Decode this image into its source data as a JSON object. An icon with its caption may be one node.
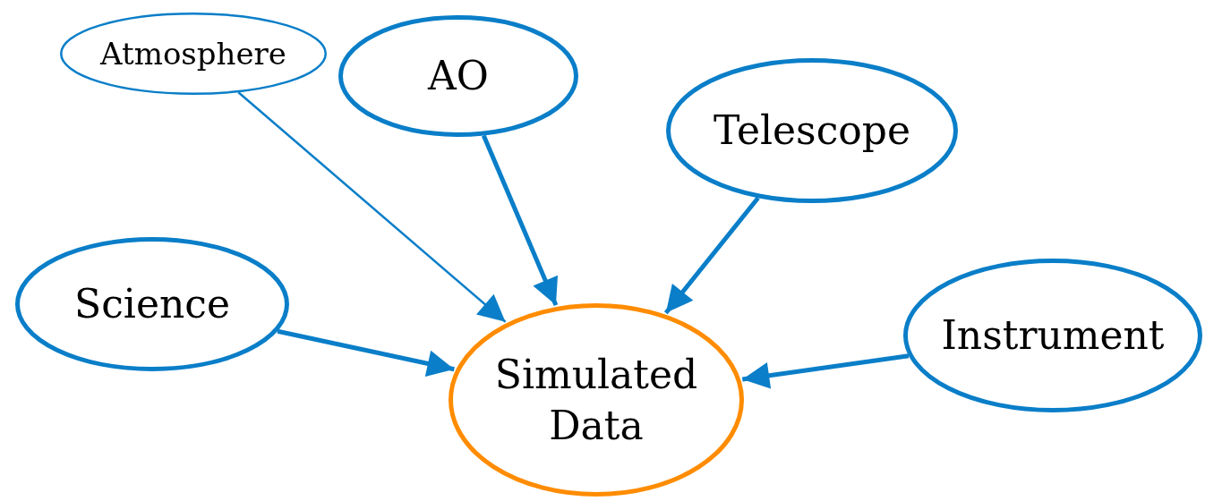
{
  "diagram": {
    "nodes": [
      {
        "text": [
          "Atmosphere"
        ]
      },
      {
        "text": [
          "AO"
        ]
      },
      {
        "text": [
          "Telescope"
        ]
      },
      {
        "text": [
          "Science"
        ]
      },
      {
        "text": [
          "Instrument"
        ]
      },
      {
        "text": [
          "Simulated Data"
        ]
      }
    ],
    "edges": [
      {
        "from": 0,
        "to": 5,
        "arrow": "to"
      },
      {
        "from": 1,
        "to": 5,
        "arrow": "to"
      },
      {
        "from": 2,
        "to": 5,
        "arrow": "to"
      },
      {
        "from": 3,
        "to": 5,
        "arrow": "to"
      },
      {
        "from": 4,
        "to": 5,
        "arrow": "to"
      }
    ]
  }
}
